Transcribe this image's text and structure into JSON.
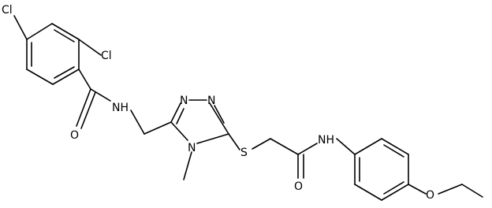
{
  "atom_labels": {
    "cl_top": "Cl",
    "cl_ortho": "Cl",
    "amide_nh": "NH",
    "amide_o": "O",
    "triazole_n1": "N",
    "triazole_n2": "N",
    "triazole_n4": "N",
    "sulfur": "S",
    "acetamide_nh": "NH",
    "acetamide_o": "O",
    "ether_o": "O"
  },
  "colors": {
    "bond": "#000000",
    "label": "#000000",
    "background": "#ffffff"
  }
}
